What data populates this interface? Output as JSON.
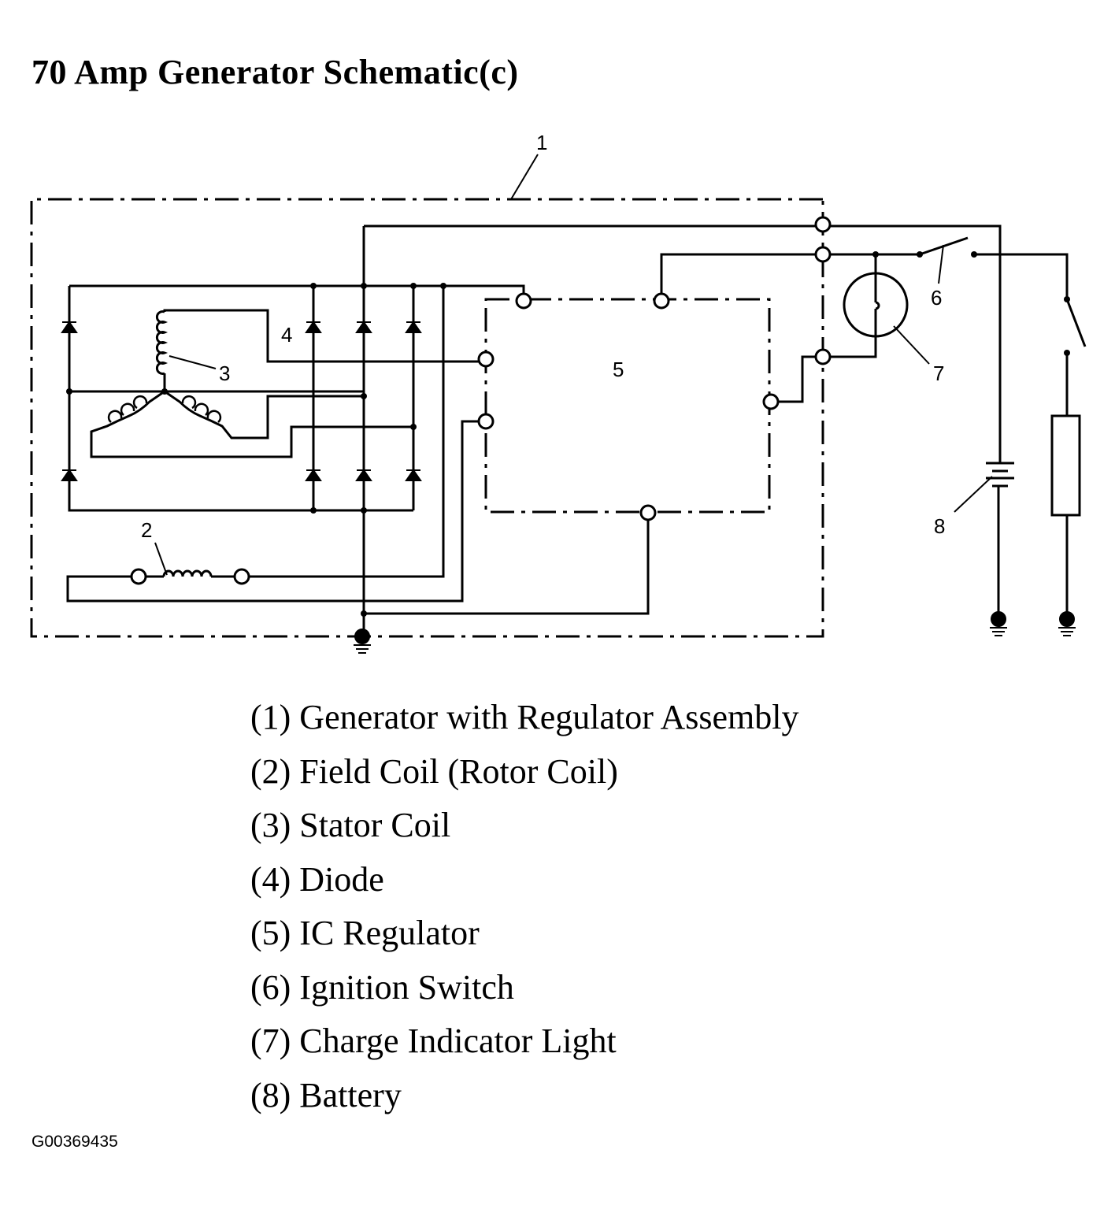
{
  "title": "70 Amp Generator Schematic(c)",
  "callouts": {
    "c1": "1",
    "c2": "2",
    "c3": "3",
    "c4": "4",
    "c5": "5",
    "c6": "6",
    "c7": "7",
    "c8": "8"
  },
  "legend": [
    "(1) Generator with Regulator Assembly",
    "(2) Field Coil (Rotor Coil)",
    "(3) Stator Coil",
    "(4) Diode",
    "(5) IC Regulator",
    "(6) Ignition Switch",
    "(7) Charge Indicator Light",
    "(8) Battery"
  ],
  "figure_id": "G00369435"
}
